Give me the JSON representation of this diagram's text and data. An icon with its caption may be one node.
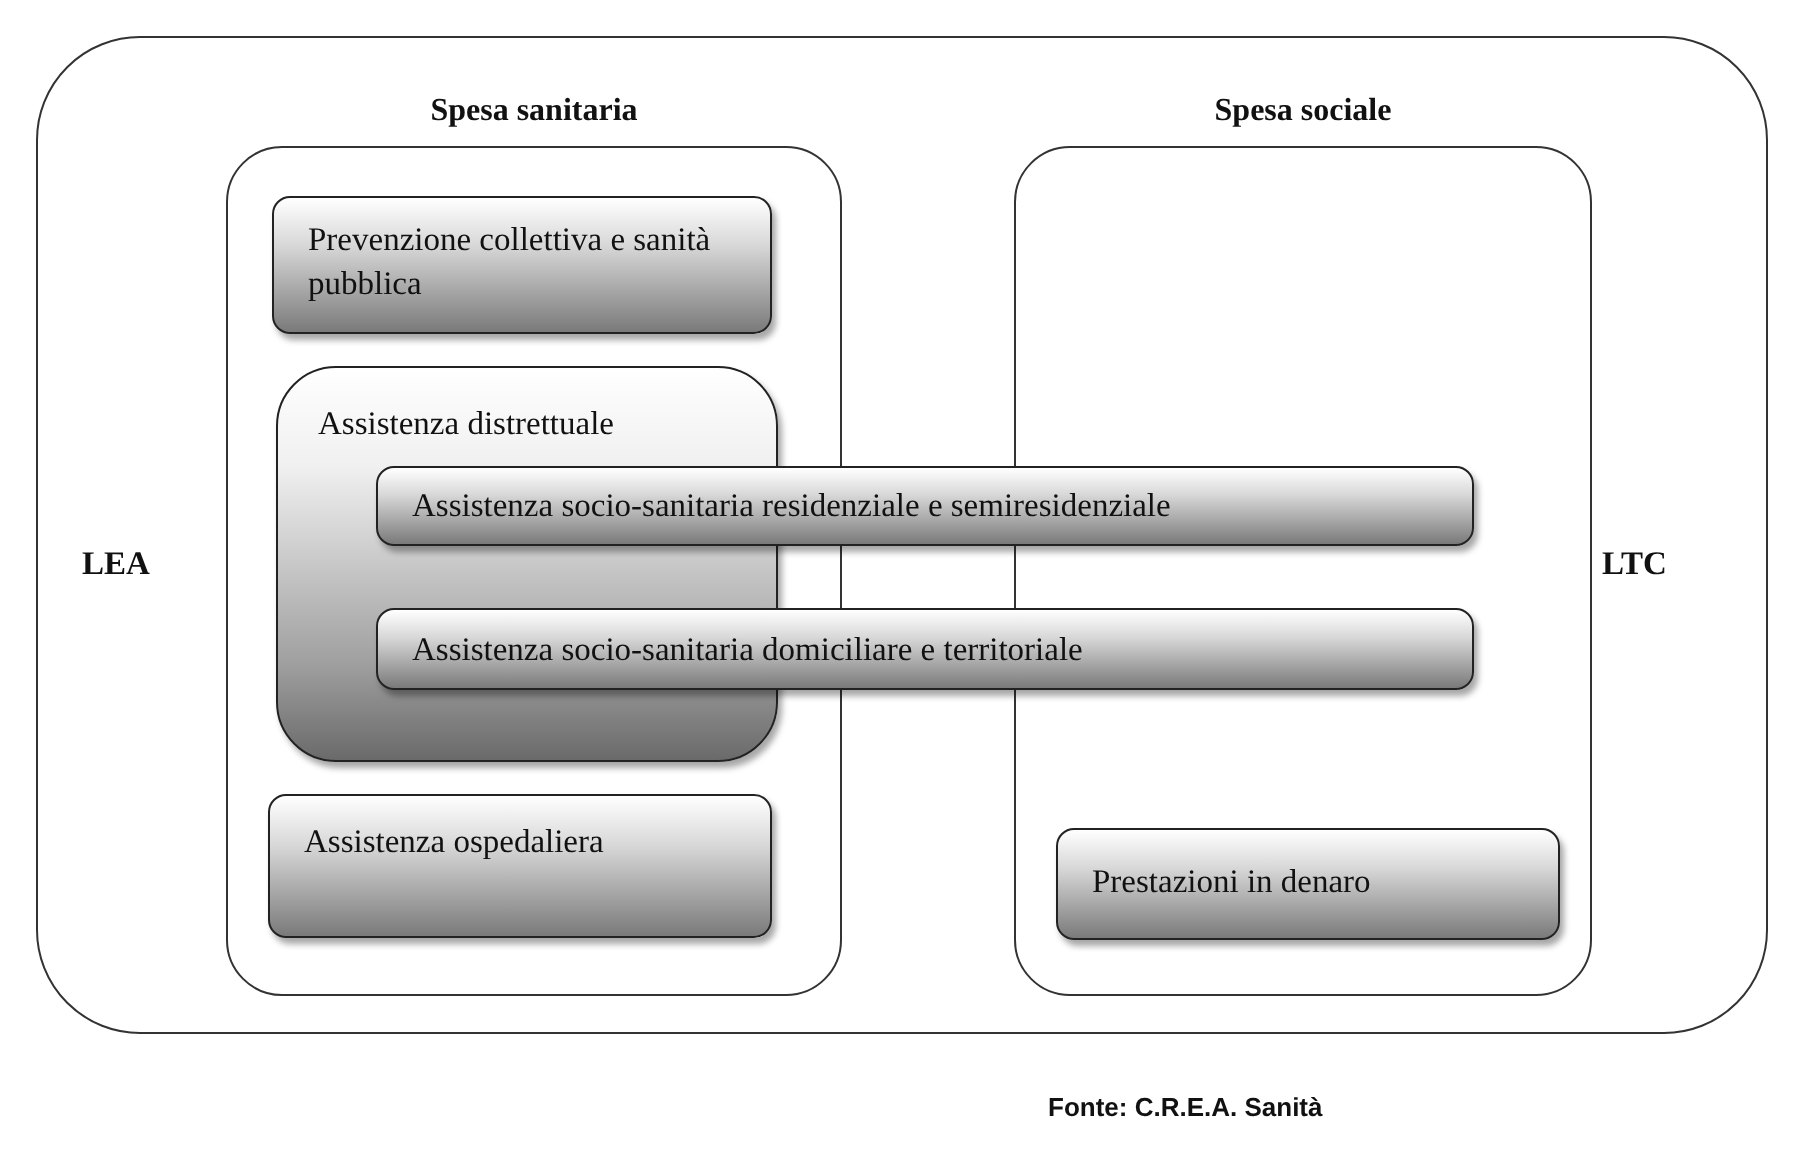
{
  "diagram": {
    "nodes": [
      {
        "text": [
          "LEA",
          "LTC"
        ]
      },
      {
        "text": [
          "Spesa sanitaria"
        ],
        "in": 0
      },
      {
        "text": [
          "Spesa sociale"
        ],
        "in": 0
      },
      {
        "text": [
          "Prevenzione collettiva e sanità pubblica"
        ],
        "in": 1
      },
      {
        "text": [
          "Assistenza distrettuale"
        ],
        "in": 1
      },
      {
        "text": [
          "Assistenza socio-sanitaria residenziale e semiresidenziale"
        ],
        "in": 0
      },
      {
        "text": [
          "Assistenza socio-sanitaria domiciliare e territoriale"
        ],
        "in": 0
      },
      {
        "text": [
          "Assistenza ospedaliera"
        ],
        "in": 1
      },
      {
        "text": [
          "Prestazioni in denaro"
        ],
        "in": 2
      }
    ],
    "labels": [
      "**Fonte:** C.R.E.A. Sanità"
    ]
  }
}
